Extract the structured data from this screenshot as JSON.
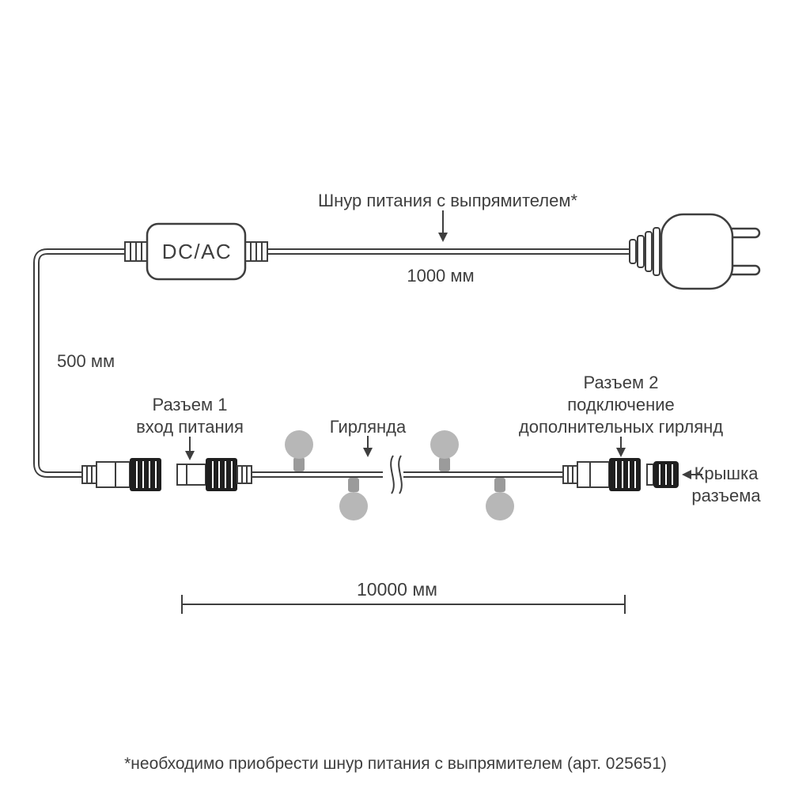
{
  "colors": {
    "line": "#3e3e3e",
    "text": "#3e3e3e",
    "bulb": "#b7b7b7",
    "bulb_socket": "#9b9b9b",
    "connector_black": "#1f1f1f",
    "background": "#ffffff"
  },
  "power_cord": {
    "label": "Шнур питания с выпрямителем*",
    "length": "1000 мм",
    "converter_label": "DC/AC"
  },
  "drop_cable": {
    "length": "500 мм"
  },
  "garland": {
    "connector1_lines": [
      "Разъем 1",
      "вход питания"
    ],
    "name_label": "Гирлянда",
    "connector2_lines": [
      "Разъем 2",
      "подключение",
      "дополнительных гирлянд"
    ],
    "cap_lines": [
      "Крышка",
      "разъема"
    ],
    "length": "10000 мм"
  },
  "footnote": "*необходимо приобрести шнур питания с выпрямителем (арт. 025651)"
}
